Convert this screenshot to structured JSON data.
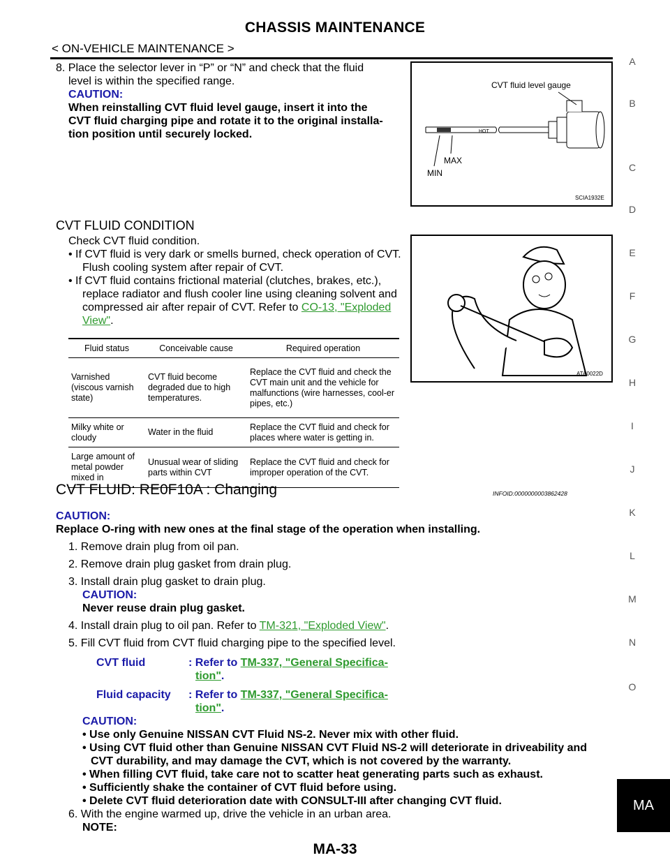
{
  "header": {
    "title": "CHASSIS MAINTENANCE",
    "subtitle": "< ON-VEHICLE MAINTENANCE >"
  },
  "step8": {
    "text1": "8. Place the selector lever in “P” or “N” and check that the fluid",
    "text2": "level is within the specified range.",
    "caution_label": "CAUTION:",
    "caution1": "When reinstalling CVT fluid level gauge, insert it into the",
    "caution2": "CVT fluid charging pipe and rotate it to the original installa-",
    "caution3": "tion position until securely locked."
  },
  "figure1": {
    "label_gauge": "CVT fluid level gauge",
    "label_hot": "HOT",
    "label_max": "MAX",
    "label_min": "MIN",
    "code": "SCIA1932E"
  },
  "condition": {
    "heading": "CVT FLUID CONDITION",
    "intro": "Check CVT fluid condition.",
    "b1a": "• If CVT fluid is very dark or smells burned, check operation of CVT.",
    "b1b": "Flush cooling system after repair of CVT.",
    "b2a": "• If CVT fluid contains frictional material (clutches, brakes, etc.),",
    "b2b": "replace radiator and flush cooler line using cleaning solvent and",
    "b2c_pre": "compressed air after repair of CVT. Refer to ",
    "b2c_link": "CO-13, \"Exploded",
    "b2d_link": "View\"",
    "b2d_post": "."
  },
  "figure2": {
    "code": "ATA0022D"
  },
  "table": {
    "headers": [
      "Fluid status",
      "Conceivable cause",
      "Required operation"
    ],
    "rows": [
      [
        "Varnished (viscous varnish state)",
        "CVT fluid become degraded due to high temperatures.",
        "Replace the CVT fluid and check the CVT main unit and the vehicle for malfunctions (wire harnesses, cool-er pipes, etc.)"
      ],
      [
        "Milky white or cloudy",
        "Water in the fluid",
        "Replace the CVT fluid and check for places where water is getting in."
      ],
      [
        "Large amount of metal powder mixed in",
        "Unusual wear of sliding parts within CVT",
        "Replace the CVT fluid and check for improper operation of the CVT."
      ]
    ]
  },
  "section": {
    "title": "CVT FLUID: RE0F10A : Changing",
    "infoid": "INFOID:0000000003862428",
    "caution_label": "CAUTION:",
    "caution": "Replace O-ring with new ones at the final stage of the operation when installing.",
    "s1": "1. Remove drain plug from oil pan.",
    "s2": "2. Remove drain plug gasket from drain plug.",
    "s3": "3. Install drain plug gasket to drain plug.",
    "s3_caution_label": "CAUTION:",
    "s3_caution": "Never reuse drain plug gasket.",
    "s4_pre": "4. Install drain plug to oil pan. Refer to ",
    "s4_link": "TM-321, \"Exploded View\"",
    "s4_post": ".",
    "s5": "5. Fill CVT fluid from CVT fluid charging pipe to the specified level.",
    "spec1_label": "CVT fluid",
    "spec1_pre": ": Refer to ",
    "spec1_link1": "TM-337, \"General Specifica-",
    "spec1_link2": "tion\"",
    "spec1_post": ".",
    "spec2_label": "Fluid capacity",
    "spec2_pre": ": Refer to ",
    "spec2_link1": "TM-337, \"General Specifica-",
    "spec2_link2": "tion\"",
    "spec2_post": ".",
    "c2_label": "CAUTION:",
    "c2_1": "• Use only Genuine NISSAN CVT Fluid NS-2. Never mix with other fluid.",
    "c2_2a": "• Using CVT fluid other than Genuine NISSAN CVT Fluid NS-2 will deteriorate in driveability and",
    "c2_2b": "CVT durability, and may damage the CVT, which is not covered by the warranty.",
    "c2_3": "• When filling CVT fluid, take care not to scatter heat generating parts such as exhaust.",
    "c2_4": "• Sufficiently shake the container of CVT fluid before using.",
    "c2_5": "• Delete CVT fluid deterioration date with CONSULT-III after changing CVT fluid.",
    "s6": "6. With the engine warmed up, drive the vehicle in an urban area.",
    "note": "NOTE:"
  },
  "sidebar": {
    "letters": [
      "A",
      "B",
      "C",
      "D",
      "E",
      "F",
      "G",
      "H",
      "I",
      "J",
      "K",
      "L",
      "M",
      "N",
      "O"
    ],
    "tab": "MA"
  },
  "footer": {
    "page": "MA-33"
  }
}
